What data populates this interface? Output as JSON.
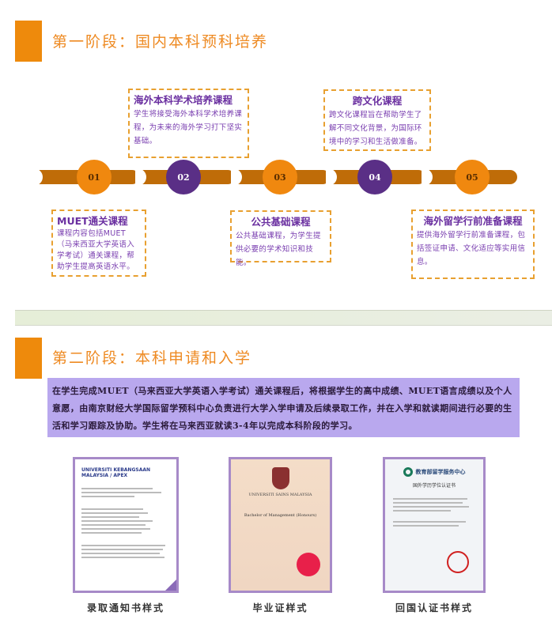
{
  "stage1": {
    "title": "第一阶段：国内本科预科培养",
    "nodes": [
      "01",
      "02",
      "03",
      "04",
      "05"
    ],
    "cards": [
      {
        "title": "MUET通关课程",
        "desc": "课程内容包括MUET（马来西亚大学英语入学考试）通关课程，帮助学生提高英语水平。"
      },
      {
        "title": "海外本科学术培养课程",
        "desc": "学生将接受海外本科学术培养课程，为未来的海外学习打下坚实基础。"
      },
      {
        "title": "公共基础课程",
        "desc": "公共基础课程，为学生提供必要的学术知识和技能。"
      },
      {
        "title": "跨文化课程",
        "desc": "跨文化课程旨在帮助学生了解不同文化背景，为国际环境中的学习和生活做准备。"
      },
      {
        "title": "海外留学行前准备课程",
        "desc": "提供海外留学行前准备课程，包括签证申请、文化适应等实用信息。"
      }
    ]
  },
  "stage2": {
    "title": "第二阶段：本科申请和入学",
    "description": "在学生完成MUET（马来西亚大学英语入学考试）通关课程后，将根据学生的高中成绩、MUET语言成绩以及个人意愿，由南京财经大学国际留学预科中心负责进行大学入学申请及后续录取工作，并在入学和就读期间进行必要的生活和学习跟踪及协助。学生将在马来西亚就读3-4年以完成本科阶段的学习。",
    "documents": [
      {
        "caption": "录取通知书样式",
        "header": "UNIVERSITI KEBANGSAAN MALAYSIA / APEX"
      },
      {
        "caption": "毕业证样式",
        "header": "UNIVERSITI SAINS MALAYSIA",
        "degree": "Bachelor of Management (Honours)"
      },
      {
        "caption": "回国认证书样式",
        "header": "教育部留学服务中心",
        "subheader": "国外学历学位认证书"
      }
    ]
  },
  "colors": {
    "orange": "#ee8a0c",
    "bar": "#bf6c08",
    "purple": "#5a2f86",
    "card_text": "#6a2fa0",
    "info_bg": "#b9a8ee"
  }
}
